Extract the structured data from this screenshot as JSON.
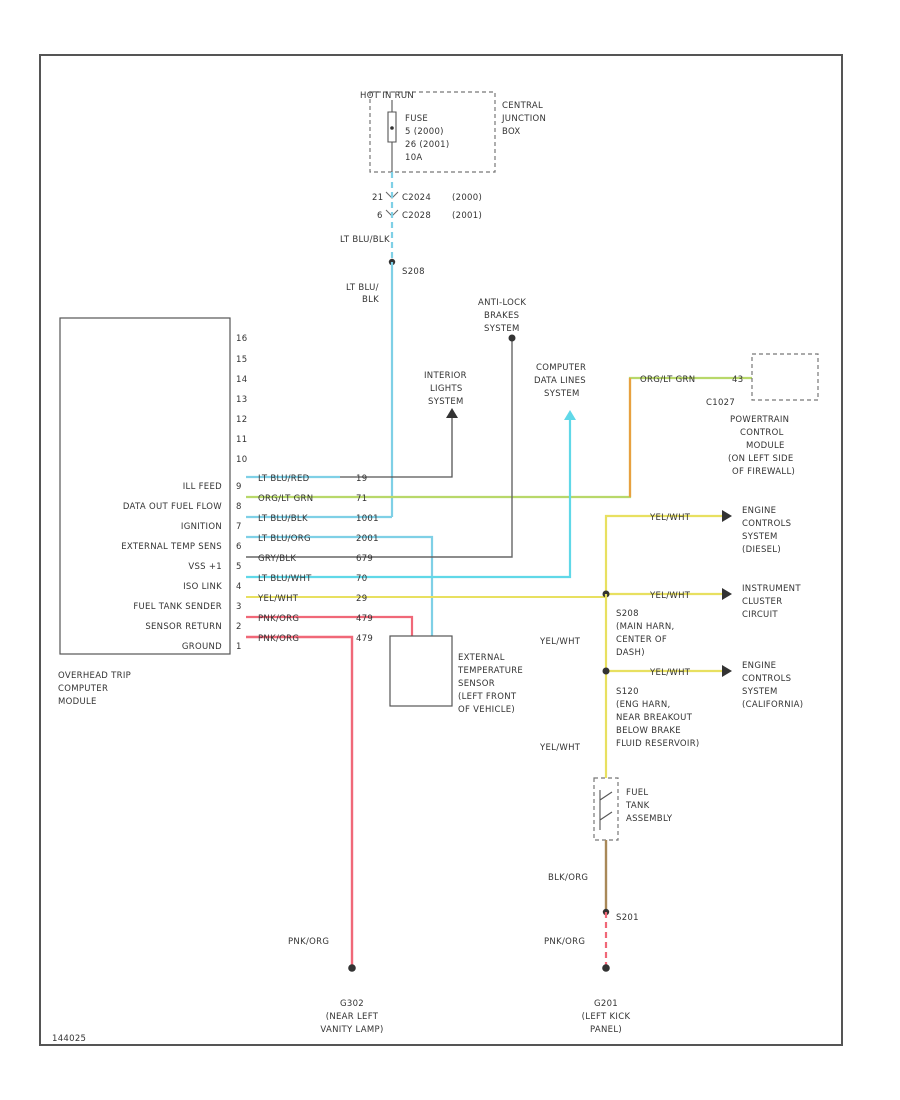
{
  "palette": {
    "lt_blu": "#7fd0e6",
    "grn_yel": "#b8d86a",
    "yel": "#e8e060",
    "pnk": "#f06878",
    "brn": "#a88858",
    "org": "#e8a040",
    "cyan": "#60d8e8",
    "gray": "#666666"
  },
  "hot": "HOT IN RUN",
  "fuse": {
    "l1": "FUSE",
    "l2": "5 (2000)",
    "l3": "26 (2001)",
    "l4": "10A"
  },
  "cjb": [
    "CENTRAL",
    "JUNCTION",
    "BOX"
  ],
  "connectors": {
    "c1_pin": "21",
    "c1_name": "C2024",
    "c1_year": "(2000)",
    "c2_pin": "6",
    "c2_name": "C2028",
    "c2_year": "(2001)"
  },
  "top_wire": {
    "color1": "LT BLU/BLK",
    "splice": "S208",
    "color2a": "LT BLU/",
    "color2b": "BLK"
  },
  "abs": [
    "ANTI-LOCK",
    "BRAKES",
    "SYSTEM"
  ],
  "interior": [
    "INTERIOR",
    "LIGHTS",
    "SYSTEM"
  ],
  "data_links": [
    "COMPUTER",
    "DATA LINES",
    "SYSTEM"
  ],
  "pcm": {
    "wire": "ORG/LT GRN",
    "pin": "43",
    "connector": "C1027",
    "label": [
      "POWERTRAIN",
      "CONTROL",
      "MODULE",
      "(ON LEFT SIDE",
      "OF FIREWALL)"
    ]
  },
  "module": {
    "name": [
      "OVERHEAD TRIP",
      "COMPUTER",
      "MODULE"
    ],
    "unused_pins": [
      "16",
      "15",
      "14",
      "13",
      "12",
      "11",
      "10"
    ],
    "terminals": [
      {
        "label": "ILL FEED",
        "pin": "9",
        "wire": "LT BLU/RED",
        "circuit": "19"
      },
      {
        "label": "DATA OUT FUEL FLOW",
        "pin": "8",
        "wire": "ORG/LT GRN",
        "circuit": "71"
      },
      {
        "label": "IGNITION",
        "pin": "7",
        "wire": "LT BLU/BLK",
        "circuit": "1001"
      },
      {
        "label": "EXTERNAL TEMP SENS",
        "pin": "6",
        "wire": "LT BLU/ORG",
        "circuit": "2001"
      },
      {
        "label": "VSS +1",
        "pin": "5",
        "wire": "GRY/BLK",
        "circuit": "679"
      },
      {
        "label": "ISO LINK",
        "pin": "4",
        "wire": "LT BLU/WHT",
        "circuit": "70"
      },
      {
        "label": "FUEL TANK SENDER",
        "pin": "3",
        "wire": "YEL/WHT",
        "circuit": "29"
      },
      {
        "label": "SENSOR RETURN",
        "pin": "2",
        "wire": "PNK/ORG",
        "circuit": "479"
      },
      {
        "label": "GROUND",
        "pin": "1",
        "wire": "PNK/ORG",
        "circuit": "479"
      }
    ]
  },
  "ext_sensor": [
    "EXTERNAL",
    "TEMPERATURE",
    "SENSOR",
    "(LEFT FRONT",
    "OF VEHICLE)"
  ],
  "yel_branch": {
    "wire": "YEL/WHT",
    "diesel": [
      "ENGINE",
      "CONTROLS",
      "SYSTEM",
      "(DIESEL)"
    ],
    "cluster": [
      "INSTRUMENT",
      "CLUSTER",
      "CIRCUIT"
    ],
    "california": [
      "ENGINE",
      "CONTROLS",
      "SYSTEM",
      "(CALIFORNIA)"
    ],
    "s208": [
      "S208",
      "(MAIN HARN,",
      "CENTER OF",
      "DASH)"
    ],
    "s120": [
      "S120",
      "(ENG HARN,",
      "NEAR BREAKOUT",
      "BELOW BRAKE",
      "FLUID RESERVOIR)"
    ]
  },
  "fuel_tank": [
    "FUEL",
    "TANK",
    "ASSEMBLY"
  ],
  "lower": {
    "blk_org": "BLK/ORG",
    "s201": "S201",
    "pnk_org_left": "PNK/ORG",
    "pnk_org_right": "PNK/ORG"
  },
  "grounds": {
    "g302": [
      "G302",
      "(NEAR LEFT",
      "VANITY LAMP)"
    ],
    "g201": [
      "G201",
      "(LEFT KICK",
      "PANEL)"
    ]
  },
  "figure_id": "144025"
}
